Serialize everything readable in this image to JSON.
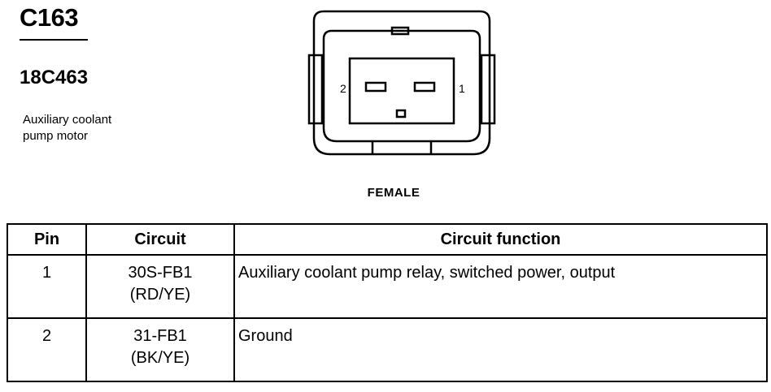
{
  "connector": {
    "id": "C163",
    "part_number": "18C463",
    "description_lines": [
      "Auxiliary coolant",
      "pump motor"
    ],
    "gender": "FEMALE",
    "pin_labels": {
      "left": "2",
      "right": "1"
    }
  },
  "table": {
    "headers": {
      "pin": "Pin",
      "circuit": "Circuit",
      "function": "Circuit function"
    },
    "rows": [
      {
        "pin": "1",
        "circuit": "30S-FB1",
        "wire": "(RD/YE)",
        "function": "Auxiliary coolant pump relay, switched power, output"
      },
      {
        "pin": "2",
        "circuit": "31-FB1",
        "wire": "(BK/YE)",
        "function": "Ground"
      }
    ]
  }
}
